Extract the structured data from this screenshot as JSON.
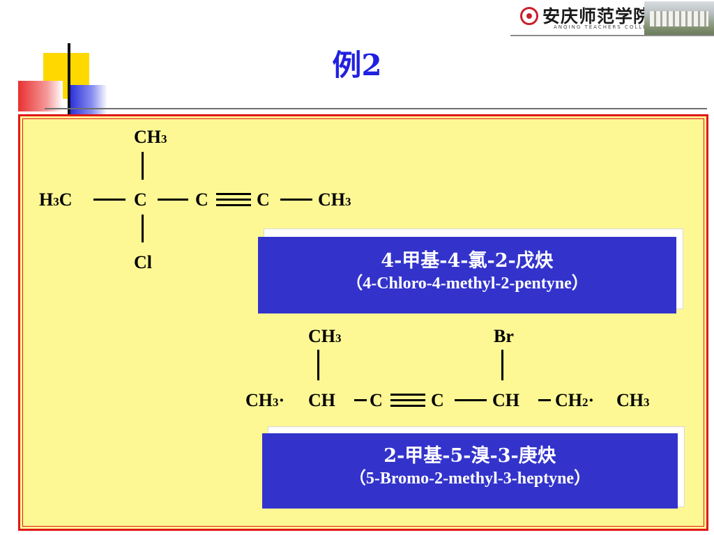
{
  "header": {
    "logo_cn": "安庆师范学院",
    "logo_en": "ANQING TEACHERS COLLEGE"
  },
  "title": "例2",
  "example1": {
    "top_group": "CH",
    "top_group_sub": "3",
    "left_group_pre": "H",
    "left_group_sub": "3",
    "left_group_post": "C",
    "c1": "C",
    "c2": "C",
    "c3": "C",
    "right_group": "CH",
    "right_group_sub": "3",
    "bottom_group": "Cl",
    "name_cn": "4-甲基-4-氯-2-戊炔",
    "name_en": "（4-Chloro-4-methyl-2-pentyne）"
  },
  "example2": {
    "top_left_group": "CH",
    "top_left_group_sub": "3",
    "top_right_group": "Br",
    "g1": "CH",
    "g1_sub": "3",
    "g1_dot": "·",
    "g2": "CH",
    "g3": "C",
    "g4": "C",
    "g5": "CH",
    "g6": "CH",
    "g6_sub": "2",
    "g6_dot": "·",
    "g7": "CH",
    "g7_sub": "3",
    "name_cn": "2-甲基-5-溴-3-庚炔",
    "name_en": "（5-Bromo-2-methyl-3-heptyne）"
  }
}
